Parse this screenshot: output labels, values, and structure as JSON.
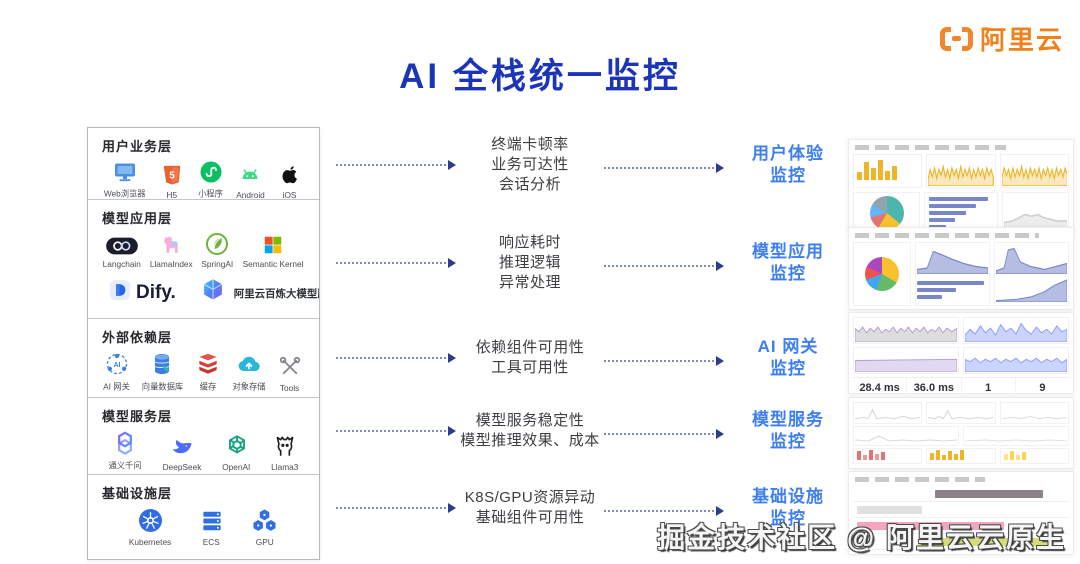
{
  "title": "AI 全栈统一监控",
  "logo": {
    "brand": "阿里云"
  },
  "watermark": "掘金技术社区 @ 阿里云云原生",
  "colors": {
    "title_blue": "#1a35b8",
    "monitor_blue": "#3d7ef0",
    "logo_orange": "#f0821e",
    "arrow_navy": "#2e3c8e"
  },
  "stack": {
    "layers": [
      {
        "name": "用户业务层",
        "items": [
          {
            "label": "Web浏览器",
            "icon": "browser-icon"
          },
          {
            "label": "H5",
            "icon": "h5-icon"
          },
          {
            "label": "小程序",
            "icon": "miniprogram-icon"
          },
          {
            "label": "Android",
            "icon": "android-icon"
          },
          {
            "label": "iOS",
            "icon": "apple-icon"
          }
        ]
      },
      {
        "name": "模型应用层",
        "items": [
          {
            "label": "Langchain",
            "icon": "langchain-icon"
          },
          {
            "label": "LlamaIndex",
            "icon": "llamaindex-icon"
          },
          {
            "label": "SpringAI",
            "icon": "springai-icon"
          },
          {
            "label": "Semantic Kernel",
            "icon": "semantic-kernel-icon"
          },
          {
            "label": "Dify.",
            "icon": "dify-icon"
          },
          {
            "label": "阿里云百炼大模型服务",
            "icon": "bailian-icon"
          }
        ]
      },
      {
        "name": "外部依赖层",
        "items": [
          {
            "label": "AI 网关",
            "icon": "ai-gateway-icon"
          },
          {
            "label": "向量数据库",
            "icon": "vector-db-icon"
          },
          {
            "label": "缓存",
            "icon": "cache-icon"
          },
          {
            "label": "对象存储",
            "icon": "object-storage-icon"
          },
          {
            "label": "Tools",
            "icon": "tools-icon"
          }
        ]
      },
      {
        "name": "模型服务层",
        "items": [
          {
            "label": "通义千问",
            "icon": "tongyi-icon"
          },
          {
            "label": "DeepSeek",
            "icon": "deepseek-icon"
          },
          {
            "label": "OpenAI",
            "icon": "openai-icon"
          },
          {
            "label": "Llama3",
            "icon": "llama3-icon"
          }
        ]
      },
      {
        "name": "基础设施层",
        "items": [
          {
            "label": "Kubernetes",
            "icon": "kubernetes-icon"
          },
          {
            "label": "ECS",
            "icon": "ecs-icon"
          },
          {
            "label": "GPU",
            "icon": "gpu-icon"
          }
        ]
      }
    ]
  },
  "flows": [
    {
      "metrics": [
        "终端卡顿率",
        "业务可达性",
        "会话分析"
      ],
      "monitor": [
        "用户体验",
        "监控"
      ]
    },
    {
      "metrics": [
        "响应耗时",
        "推理逻辑",
        "异常处理"
      ],
      "monitor": [
        "模型应用",
        "监控"
      ]
    },
    {
      "metrics": [
        "依赖组件可用性",
        "工具可用性"
      ],
      "monitor": [
        "AI 网关",
        "监控"
      ]
    },
    {
      "metrics": [
        "模型服务稳定性",
        "模型推理效果、成本"
      ],
      "monitor": [
        "模型服务",
        "监控"
      ]
    },
    {
      "metrics": [
        "K8S/GPU资源异动",
        "基础组件可用性"
      ],
      "monitor": [
        "基础设施",
        "监控"
      ]
    }
  ],
  "dashboards": {
    "gateway_stats": [
      "28.4 ms",
      "36.0 ms",
      "1",
      "9"
    ]
  }
}
